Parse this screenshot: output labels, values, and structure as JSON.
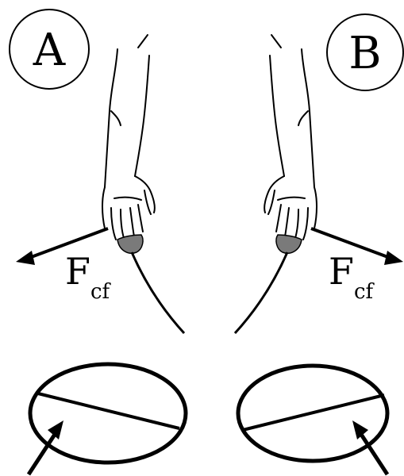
{
  "panels": [
    {
      "id": "A",
      "letter": "A",
      "force_label": "F",
      "force_subscript": "cf"
    },
    {
      "id": "B",
      "letter": "B",
      "force_label": "F",
      "force_subscript": "cf"
    }
  ],
  "colors": {
    "line": "#000000",
    "ball_fill": "#7a7a7a",
    "background": "#ffffff"
  }
}
